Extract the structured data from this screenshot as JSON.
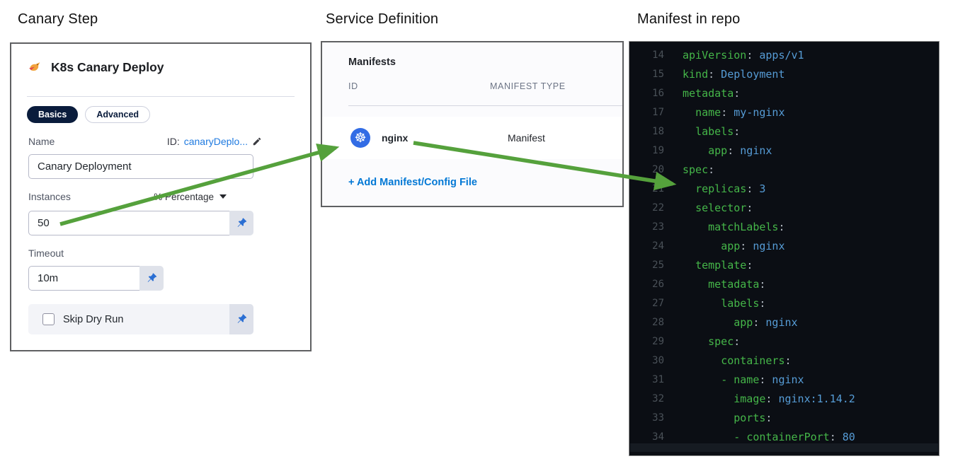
{
  "headings": {
    "left": "Canary Step",
    "middle": "Service Definition",
    "right": "Manifest in repo"
  },
  "canary_step": {
    "title": "K8s Canary Deploy",
    "tabs": [
      {
        "label": "Basics",
        "active": true
      },
      {
        "label": "Advanced",
        "active": false
      }
    ],
    "name_label": "Name",
    "id_label": "ID:",
    "id_value": "canaryDeplo...",
    "name_value": "Canary Deployment",
    "instances_label": "Instances",
    "instances_unit": "% Percentage",
    "instances_value": "50",
    "timeout_label": "Timeout",
    "timeout_value": "10m",
    "skip_dry_run_label": "Skip Dry Run",
    "skip_dry_run_checked": false
  },
  "service_definition": {
    "card_title": "Manifests",
    "columns": [
      "ID",
      "MANIFEST TYPE"
    ],
    "rows": [
      {
        "id": "nginx",
        "manifest_type": "Manifest",
        "icon": "kubernetes-icon"
      }
    ],
    "add_link": "+ Add Manifest/Config File"
  },
  "manifest_code": {
    "language": "yaml",
    "lines": [
      {
        "n": 14,
        "indent": 0,
        "dash": false,
        "key": "apiVersion",
        "value": "apps/v1"
      },
      {
        "n": 15,
        "indent": 0,
        "dash": false,
        "key": "kind",
        "value": "Deployment"
      },
      {
        "n": 16,
        "indent": 0,
        "dash": false,
        "key": "metadata",
        "value": null
      },
      {
        "n": 17,
        "indent": 2,
        "dash": false,
        "key": "name",
        "value": "my-nginx"
      },
      {
        "n": 18,
        "indent": 2,
        "dash": false,
        "key": "labels",
        "value": null
      },
      {
        "n": 19,
        "indent": 4,
        "dash": false,
        "key": "app",
        "value": "nginx"
      },
      {
        "n": 20,
        "indent": 0,
        "dash": false,
        "key": "spec",
        "value": null
      },
      {
        "n": 21,
        "indent": 2,
        "dash": false,
        "key": "replicas",
        "value": "3"
      },
      {
        "n": 22,
        "indent": 2,
        "dash": false,
        "key": "selector",
        "value": null
      },
      {
        "n": 23,
        "indent": 4,
        "dash": false,
        "key": "matchLabels",
        "value": null
      },
      {
        "n": 24,
        "indent": 6,
        "dash": false,
        "key": "app",
        "value": "nginx"
      },
      {
        "n": 25,
        "indent": 2,
        "dash": false,
        "key": "template",
        "value": null
      },
      {
        "n": 26,
        "indent": 4,
        "dash": false,
        "key": "metadata",
        "value": null
      },
      {
        "n": 27,
        "indent": 6,
        "dash": false,
        "key": "labels",
        "value": null
      },
      {
        "n": 28,
        "indent": 8,
        "dash": false,
        "key": "app",
        "value": "nginx"
      },
      {
        "n": 29,
        "indent": 4,
        "dash": false,
        "key": "spec",
        "value": null
      },
      {
        "n": 30,
        "indent": 6,
        "dash": false,
        "key": "containers",
        "value": null
      },
      {
        "n": 31,
        "indent": 6,
        "dash": true,
        "key": "name",
        "value": "nginx"
      },
      {
        "n": 32,
        "indent": 8,
        "dash": false,
        "key": "image",
        "value": "nginx:1.14.2"
      },
      {
        "n": 33,
        "indent": 8,
        "dash": false,
        "key": "ports",
        "value": null
      },
      {
        "n": 34,
        "indent": 8,
        "dash": true,
        "key": "containerPort",
        "value": "80"
      }
    ]
  },
  "annotations": {
    "arrow_1": "instances-value-to-nginx-manifest",
    "arrow_2": "nginx-manifest-to-replicas-line"
  },
  "colors": {
    "navy": "#0a1c3c",
    "link_blue": "#1f7ae0",
    "accent_blue": "#0278d5",
    "pin_blue": "#2b6fd3",
    "k8s_blue": "#326ce5",
    "arrow_green": "#55a13c",
    "code_bg": "#0b0e14",
    "code_key": "#45b649",
    "code_value": "#569cd6",
    "code_linenum": "#4a5158",
    "bird_orange": "#f2a33c",
    "bird_red": "#e0484d"
  }
}
